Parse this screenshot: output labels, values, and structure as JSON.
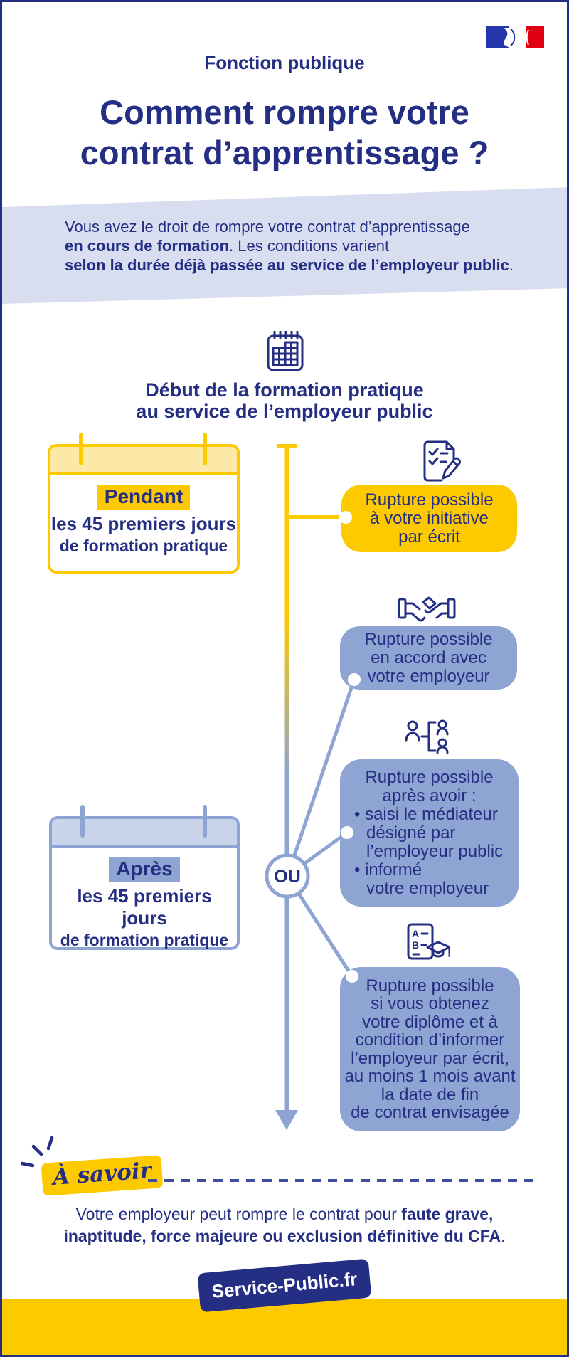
{
  "colors": {
    "navy": "#242e83",
    "gold": "#fdca00",
    "gold-light": "#fce9a8",
    "peri": "#8ea4d2",
    "peri-light": "#c9d3ea",
    "band": "#d8def0",
    "flag-blue": "#2535ac",
    "flag-red": "#e1000f",
    "dash": "#3e4e9d",
    "white": "#ffffff"
  },
  "header": {
    "kicker": "Fonction publique",
    "title_line1": "Comment rompre votre",
    "title_line2": "contrat d’apprentissage ?"
  },
  "intro": {
    "line1": "Vous avez le droit de rompre votre contrat d’apprentissage",
    "line2_bold": "en cours de formation",
    "line2_rest": ". Les conditions varient",
    "line3_bold": "selon la durée déjà passée au service de l’employeur public",
    "line3_rest": "."
  },
  "timeline": {
    "start_label_line1": "Début de la formation pratique",
    "start_label_line2": "au service de l’employeur public",
    "or_label": "OU"
  },
  "period_cards": {
    "pendant": {
      "highlight": "Pendant",
      "line1": "les 45 premiers jours",
      "line2": "de formation pratique"
    },
    "apres": {
      "highlight": "Après",
      "line1": "les 45 premiers jours",
      "line2": "de formation pratique"
    }
  },
  "outcome_boxes": {
    "initiative": {
      "lines": [
        "Rupture possible",
        "à votre initiative",
        "par écrit"
      ]
    },
    "accord": {
      "lines": [
        "Rupture possible",
        "en accord avec",
        "votre employeur"
      ]
    },
    "mediateur": {
      "line1": "Rupture possible",
      "line2": "après avoir :",
      "bullet1": "• saisi le médiateur",
      "bullet1_cont1": "désigné par",
      "bullet1_cont2": "l’employeur public",
      "bullet2": "• informé",
      "bullet2_cont1": "votre employeur"
    },
    "diplome": {
      "lines": [
        "Rupture possible",
        "si vous obtenez",
        "votre diplôme et à",
        "condition d’informer",
        "l’employeur par écrit,",
        "au moins 1 mois avant",
        "la date de fin",
        "de contrat envisagée"
      ]
    }
  },
  "note": {
    "badge": "À savoir",
    "text_regular": "Votre employeur peut rompre le contrat pour ",
    "text_bold1": "faute grave,",
    "text_bold2": "inaptitude, force majeure ou exclusion définitive du CFA",
    "text_end": "."
  },
  "footer": {
    "brand": "Service-Public.fr"
  },
  "icons": {
    "flag": "marianne-french-government-logo",
    "calendar": "calendar-chart-icon",
    "document": "document-checklist-pencil-icon",
    "handshake": "handshake-icon",
    "mediator": "mediator-people-icon",
    "diploma": "diploma-graduation-icon",
    "sparkle": "sparkle-dashes-icon",
    "arrow": "timeline-arrow-down-icon"
  }
}
